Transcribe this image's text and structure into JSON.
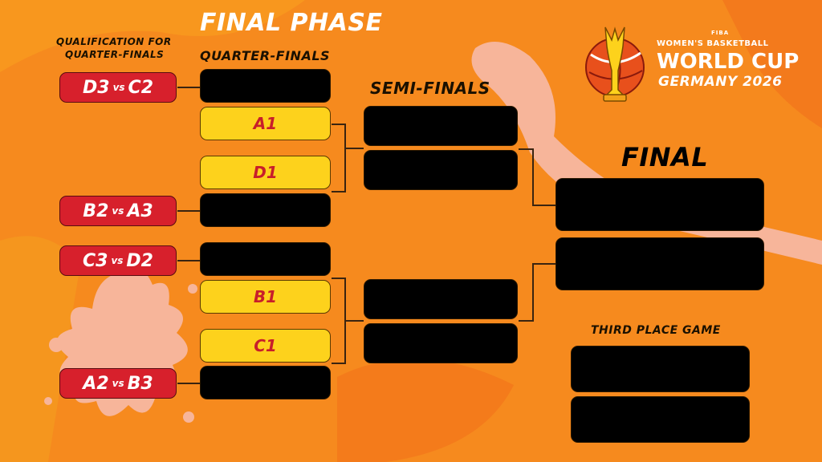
{
  "headers": {
    "final_phase": "FINAL PHASE",
    "qualification": [
      "QUALIFICATION FOR",
      "QUARTER-FINALS"
    ],
    "quarter_finals": "QUARTER-FINALS",
    "semi_finals": "SEMI-FINALS",
    "final": "FINAL",
    "third_place": "THIRD PLACE GAME"
  },
  "qualification_matches": [
    {
      "home": "D3",
      "vs": "vs",
      "away": "C2"
    },
    {
      "home": "B2",
      "vs": "vs",
      "away": "A3"
    },
    {
      "home": "C3",
      "vs": "vs",
      "away": "D2"
    },
    {
      "home": "A2",
      "vs": "vs",
      "away": "B3"
    }
  ],
  "quarter_final_seeds": [
    "A1",
    "D1",
    "B1",
    "C1"
  ],
  "logo": {
    "fiba": "FIBA",
    "line1": "WOMEN'S BASKETBALL",
    "line2": "WORLD CUP",
    "line3": "GERMANY 2026"
  },
  "colors": {
    "background": "#f68a1e",
    "qualification_box": "#d7202c",
    "seed_box": "#fdd21c",
    "seed_text": "#c81e2a",
    "empty_slot": "#000000",
    "splash": "#f7b59a"
  }
}
